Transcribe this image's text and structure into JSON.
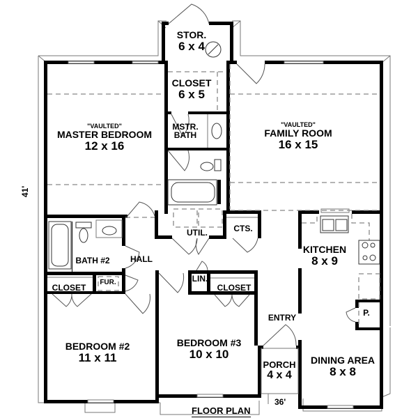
{
  "floor_plan": {
    "title": "FLOOR PLAN",
    "overall_width": "36'",
    "overall_depth": "41'",
    "rooms": [
      {
        "id": "storage",
        "name": "STOR.",
        "dims": "6 x 4"
      },
      {
        "id": "closet-master",
        "name": "CLOSET",
        "dims": "6 x 5"
      },
      {
        "id": "master-bedroom",
        "note": "\"VAULTED\"",
        "name": "MASTER BEDROOM",
        "dims": "12 x 16"
      },
      {
        "id": "master-bath",
        "name": "MSTR.",
        "name2": "BATH"
      },
      {
        "id": "family-room",
        "note": "\"VAULTED\"",
        "name": "FAMILY ROOM",
        "dims": "16 x 15"
      },
      {
        "id": "bath-2",
        "name": "BATH #2"
      },
      {
        "id": "hall",
        "name": "HALL"
      },
      {
        "id": "utility",
        "name": "UTIL."
      },
      {
        "id": "cts",
        "name": "CTS."
      },
      {
        "id": "kitchen",
        "name": "KITCHEN",
        "dims": "8 x 9"
      },
      {
        "id": "closet-2",
        "name": "CLOSET"
      },
      {
        "id": "furnace",
        "name": "FUR."
      },
      {
        "id": "linen",
        "name": "LIN."
      },
      {
        "id": "closet-3",
        "name": "CLOSET"
      },
      {
        "id": "pantry",
        "name": "P."
      },
      {
        "id": "entry",
        "name": "ENTRY"
      },
      {
        "id": "bedroom-2",
        "name": "BEDROOM #2",
        "dims": "11 x 11"
      },
      {
        "id": "bedroom-3",
        "name": "BEDROOM #3",
        "dims": "10 x 10"
      },
      {
        "id": "porch",
        "name": "PORCH",
        "dims": "4 x 4"
      },
      {
        "id": "dining-area",
        "name": "DINING AREA",
        "dims": "8 x 8"
      }
    ]
  }
}
